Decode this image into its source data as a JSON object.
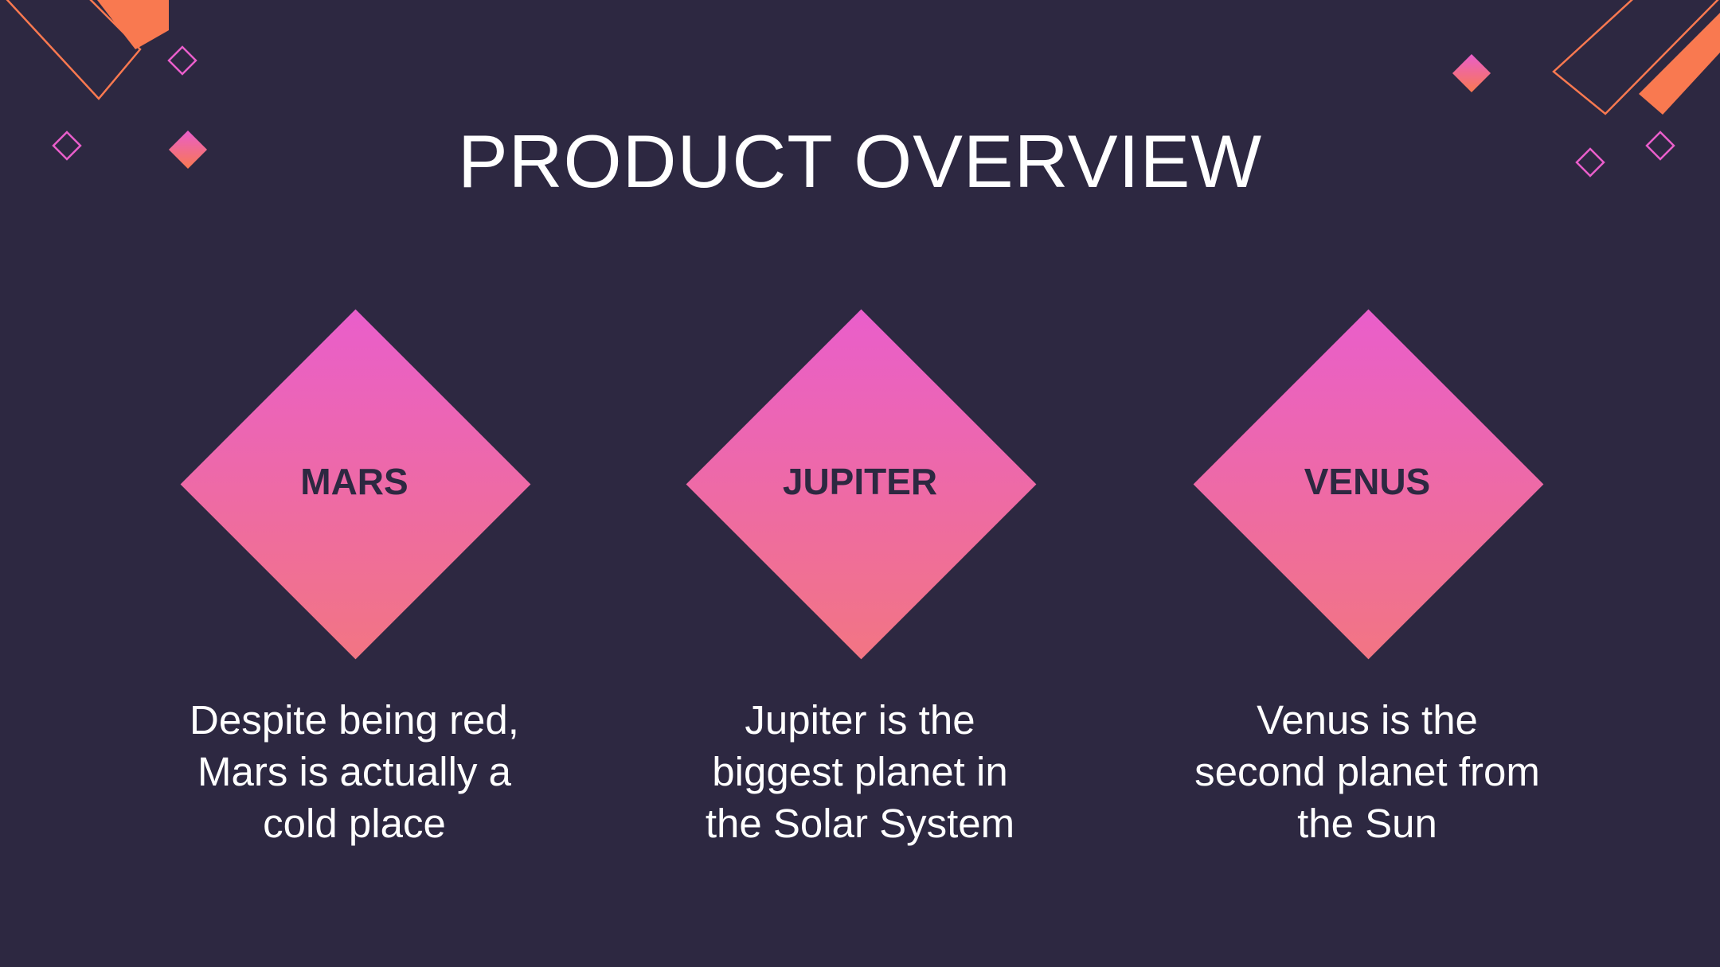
{
  "slide": {
    "title": "PRODUCT OVERVIEW"
  },
  "colors": {
    "background": "#2d2841",
    "accent_orange": "#f97950",
    "accent_pink": "#e95ecb",
    "gradient_end": "#f27583",
    "text": "#ffffff"
  },
  "cards": [
    {
      "name": "MARS",
      "description_lines": [
        "Despite being red,",
        "Mars is actually a",
        "cold place"
      ]
    },
    {
      "name": "JUPITER",
      "description_lines": [
        "Jupiter is the",
        "biggest planet in",
        "the Solar System"
      ]
    },
    {
      "name": "VENUS",
      "description_lines": [
        "Venus is the",
        "second planet from",
        "the Sun"
      ]
    }
  ],
  "icons": {
    "diamond_shape": "diamond-icon",
    "decoration": "geometric-decoration"
  }
}
